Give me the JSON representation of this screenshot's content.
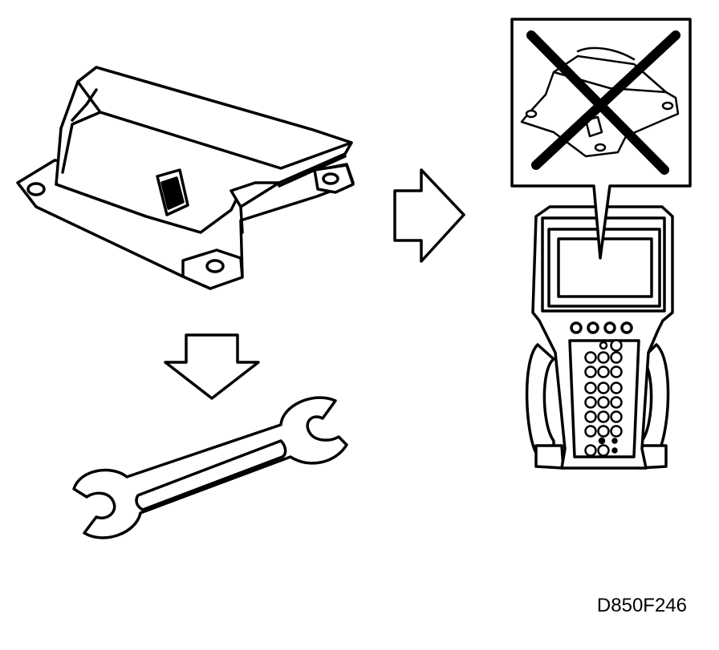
{
  "figure": {
    "code": "D850F246",
    "colors": {
      "ink": "#000000",
      "paper": "#ffffff"
    },
    "parts": [
      "control-module",
      "scan-tool",
      "scan-tool-screen-crossed-out",
      "wrench"
    ],
    "arrows": [
      "right",
      "down"
    ]
  }
}
